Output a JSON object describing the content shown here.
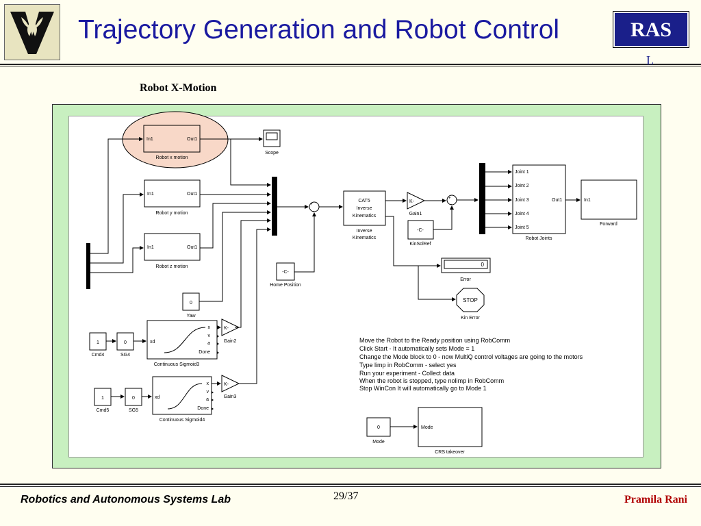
{
  "header": {
    "title": "Trajectory Generation and Robot Control",
    "badge": "RAS",
    "badge_tail": "L"
  },
  "subtitle": "Robot X-Motion",
  "blocks": {
    "robot_x": {
      "name": "Robot  x motion",
      "in": "In1",
      "out": "Out1"
    },
    "robot_y": {
      "name": "Robot y motion",
      "in": "In1",
      "out": "Out1"
    },
    "robot_z": {
      "name": "Robot z motion",
      "in": "In1",
      "out": "Out1"
    },
    "scope": {
      "name": "Scope"
    },
    "cat5": {
      "line1": "CAT5",
      "line2": "Inverse",
      "line3": "Kinematics",
      "name1": "Inverse",
      "name2": "Kinematics"
    },
    "gain1": {
      "name": "Gain1",
      "value": "K-"
    },
    "kinsolref": {
      "name": "KinSolRef",
      "value": "-C-"
    },
    "home": {
      "name": "Home Position",
      "value": "-C-"
    },
    "yaw": {
      "name": "Yaw",
      "value": "0"
    },
    "robot_joints": {
      "name": "Robot Joints",
      "ports": [
        "Joint 1",
        "Joint 2",
        "Joint 3",
        "Joint 4",
        "Joint 5"
      ],
      "out": "Out1"
    },
    "forward": {
      "name": "Forward",
      "in": "In1"
    },
    "error": {
      "name": "Error",
      "value": "0"
    },
    "stop": {
      "name": "Kin Error",
      "label": "STOP"
    },
    "cmd4": {
      "name": "Cmd4",
      "value": "1"
    },
    "sg4": {
      "name": "SG4",
      "value": "0"
    },
    "sig3": {
      "name": "Continuous Sigmoid3",
      "in": "xd",
      "outs": [
        "x",
        "v",
        "a",
        "Done"
      ]
    },
    "gain2": {
      "name": "Gain2",
      "value": "K-"
    },
    "cmd5": {
      "name": "Cmd5",
      "value": "1"
    },
    "sg5": {
      "name": "SG5",
      "value": "0"
    },
    "sig4": {
      "name": "Continuous Sigmoid4",
      "in": "xd",
      "outs": [
        "x",
        "v",
        "a",
        "Done"
      ]
    },
    "gain3": {
      "name": "Gain3",
      "value": "K-"
    },
    "mode": {
      "name": "Mode",
      "value": "0"
    },
    "crs": {
      "name": "CRS takeover",
      "in": "Mode"
    }
  },
  "instructions": [
    "Move the Robot to the Ready position using RobComm",
    "Click Start - It automatically sets Mode = 1",
    "Change the Mode block to 0 - now MultiQ control voltages are going to the motors",
    "Type limp in RobComm - select yes",
    "Run your experiment - Collect data",
    "When the robot is stopped, type nolimp in RobComm",
    "Stop WinCon It will automatically go to Mode 1"
  ],
  "footer": {
    "lab": "Robotics and Autonomous Systems Lab",
    "page": "29/37",
    "author": "Pramila Rani"
  }
}
